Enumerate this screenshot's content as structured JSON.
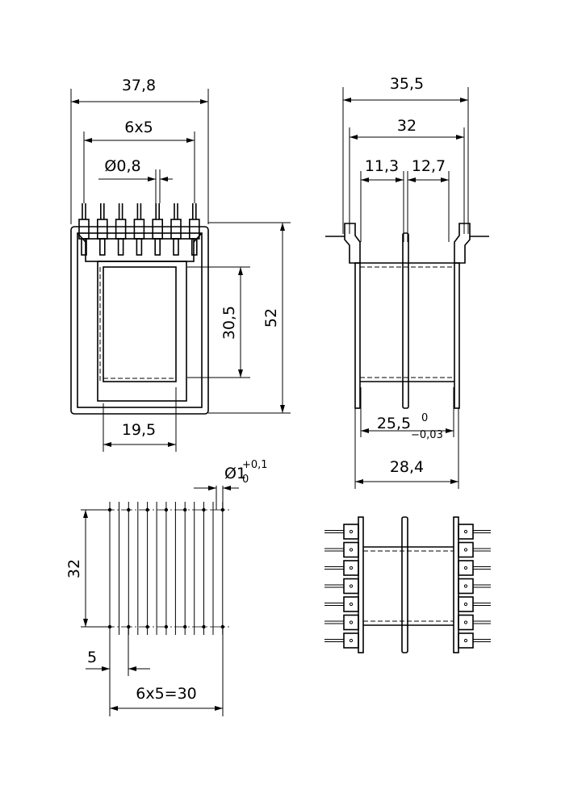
{
  "front_view": {
    "dims": {
      "width": "37,8",
      "pin_spacing": "6x5",
      "pin_diameter": "Ø0,8",
      "window_height": "30,5",
      "height": "52",
      "window_width": "19,5"
    }
  },
  "side_view": {
    "dims": {
      "overall": "35,5",
      "flanges": "32",
      "left_chamber": "11,3",
      "right_chamber": "12,7",
      "core": "25,5",
      "core_tol_upper": "0",
      "core_tol_lower": "−0,03",
      "bottom": "28,4"
    }
  },
  "pcb_layout": {
    "dims": {
      "hole_diameter": "Ø1",
      "hole_tol_upper": "+0,1",
      "hole_tol_lower": "0",
      "row_spacing": "32",
      "offset": "5",
      "pitch_total": "6x5=30"
    }
  }
}
